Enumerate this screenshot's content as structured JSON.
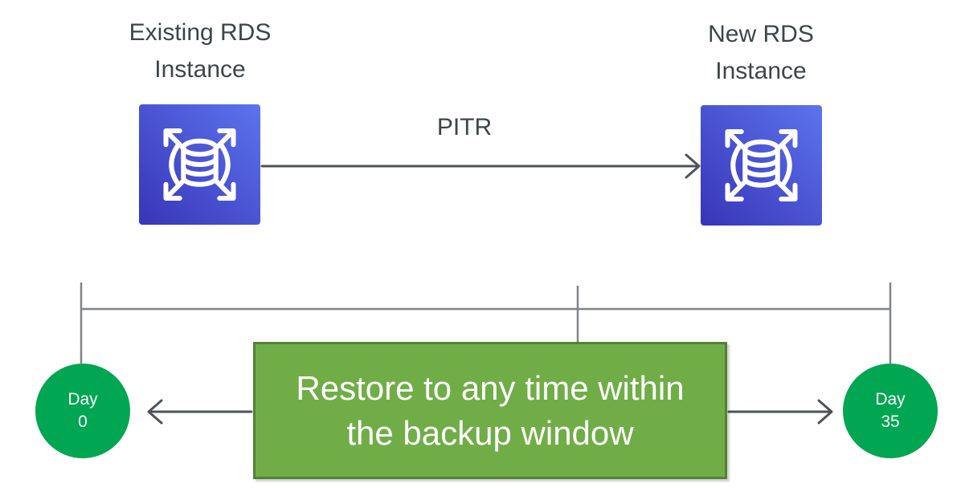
{
  "labels": {
    "existing_instance": {
      "line1": "Existing RDS",
      "line2": "Instance"
    },
    "new_instance": {
      "line1": "New RDS",
      "line2": "Instance"
    },
    "pitr": "PITR",
    "restore": {
      "line1": "Restore to any time within",
      "line2": "the backup window"
    }
  },
  "timeline": {
    "start": {
      "label": "Day",
      "value": "0"
    },
    "end": {
      "label": "Day",
      "value": "35"
    }
  },
  "icons": {
    "existing": "amazon-rds-icon",
    "new": "amazon-rds-icon"
  },
  "colors": {
    "background": "#ffffff",
    "heading_text": "#3e4549",
    "arrow": "#4d5358",
    "timeline": "#808488",
    "circle_fill": "#00a651",
    "circle_text": "#ffffff",
    "box_fill": "#70ad47",
    "box_border": "#538135",
    "box_text": "#ffffff",
    "rds_gradient_dark": "#3834b8",
    "rds_gradient_light": "#5c74ee",
    "icon_glyph": "#ffffff"
  }
}
